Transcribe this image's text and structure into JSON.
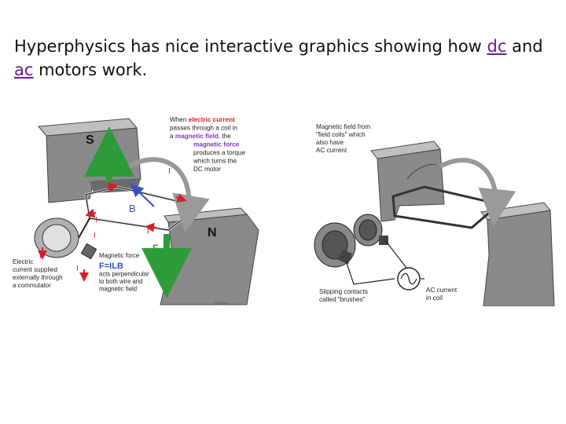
{
  "intro": {
    "before": "Hyperphysics has nice interactive graphics showing how ",
    "dc_link": "dc",
    "middle": " and ",
    "ac_link": "ac",
    "after": " motors work."
  },
  "dc_diagram": {
    "pole_s": "S",
    "pole_n": "N",
    "label_f": "F",
    "label_b": "B",
    "label_i": "I",
    "caption_top": [
      {
        "text": "When ",
        "rest": [
          [
            "electric current",
            "#d0202a"
          ]
        ]
      },
      {
        "text": "passes through a  coil in"
      },
      {
        "text": "a ",
        "rest": [
          [
            "magnetic field",
            "#7a36c4"
          ],
          [
            ", the",
            "#222"
          ]
        ]
      },
      {
        "text": "magnetic force",
        "color": "#7a36c4"
      },
      {
        "text": "produces a torque"
      },
      {
        "text": "which turns the"
      },
      {
        "text": "DC motor"
      }
    ],
    "caption_left": [
      "Electric",
      "current supplied",
      "externally through",
      "a commutator"
    ],
    "caption_force": [
      "Magnetic force",
      "F=ILB",
      "acts perpendicular",
      "to both wire and",
      "magnetic field"
    ],
    "credit": "H Nave",
    "colors": {
      "force": "#2e9b3a",
      "field": "#3a4cc8",
      "current": "#d0202a",
      "purple": "#7a36c4"
    }
  },
  "ac_diagram": {
    "caption_top": [
      "Magnetic field from",
      "\"field coils\" which",
      "also have",
      "AC current"
    ],
    "caption_brushes": [
      "Slipping contacts",
      "called \"brushes\""
    ],
    "caption_ac": [
      "AC current",
      "in coil"
    ]
  }
}
